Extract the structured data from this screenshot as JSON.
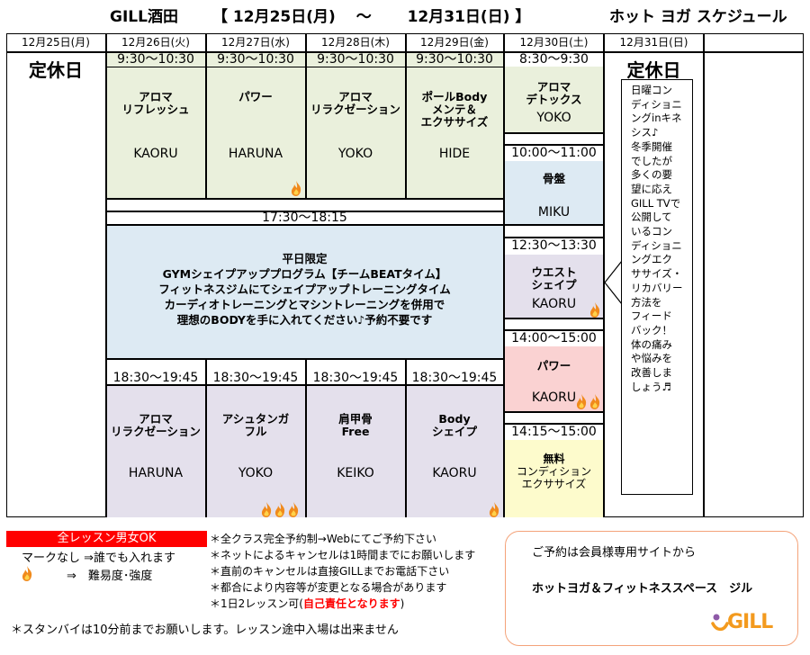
{
  "title": {
    "studio": "GILL酒田",
    "range": "【 12月25日(月)　 ～ 　　12月31日(日) 】",
    "schedule": "ホット ヨガ スケジュール"
  },
  "days": [
    "12月25日(月)",
    "12月26日(火)",
    "12月27日(水)",
    "12月28日(木)",
    "12月29日(金)",
    "12月30日(土)",
    "12月31日(日)"
  ],
  "closed_label": "定休日",
  "morning": {
    "time": "9:30～10:30",
    "classes": [
      {
        "name_l1": "アロマ",
        "name_l2": "リフレッシュ",
        "instructor": "KAORU",
        "flames": 0
      },
      {
        "name_l1": "パワー",
        "name_l2": "",
        "instructor": "HARUNA",
        "flames": 1
      },
      {
        "name_l1": "アロマ",
        "name_l2": "リラクゼーション",
        "instructor": "YOKO",
        "flames": 0
      },
      {
        "name_l1": "ポールBody",
        "name_l2": "メンテ＆",
        "name_l3": "エクササイズ",
        "instructor": "HIDE",
        "flames": 0
      }
    ]
  },
  "evening_banner": {
    "time": "17:30～18:15",
    "lines": [
      "平日限定",
      "GYMシェイプアッププログラム【チームBEATタイム】",
      "フィットネスジムにてシェイプアップトレーニングタイム",
      "カーディオトレーニングとマシントレーニングを併用で",
      "理想のBODYを手に入れてください♪予約不要です"
    ]
  },
  "night": {
    "time": "18:30～19:45",
    "classes": [
      {
        "name_l1": "アロマ",
        "name_l2": "リラクゼーション",
        "instructor": "HARUNA",
        "flames": 0
      },
      {
        "name_l1": "アシュタンガ",
        "name_l2": "フル",
        "instructor": "YOKO",
        "flames": 3
      },
      {
        "name_l1": "肩甲骨",
        "name_l2": "Free",
        "instructor": "KEIKO",
        "flames": 0
      },
      {
        "name_l1": "Body",
        "name_l2": "シェイプ",
        "instructor": "KAORU",
        "flames": 1
      }
    ]
  },
  "saturday": [
    {
      "time": "8:30～9:30",
      "name_l1": "アロマ",
      "name_l2": "デトックス",
      "instructor": "YOKO",
      "flames": 0
    },
    {
      "time": "10:00～11:00",
      "name_l1": "骨盤",
      "name_l2": "",
      "instructor": "MIKU",
      "flames": 0
    },
    {
      "time": "12:30～13:30",
      "name_l1": "ウエスト",
      "name_l2": "シェイプ",
      "instructor": "KAORU",
      "flames": 1
    },
    {
      "time": "14:00～15:00",
      "name_l1": "パワー",
      "name_l2": "",
      "instructor": "KAORU",
      "flames": 2
    },
    {
      "time": "14:15～15:00",
      "name_l1": "無料",
      "name_l2": "コンディション",
      "name_l3": "エクササイズ",
      "instructor": "",
      "flames": 0
    }
  ],
  "sunday_note": [
    "日曜コン",
    "ディショニ",
    "ングinキネ",
    "シス♪",
    "冬季開催",
    "でしたが",
    "多くの要",
    "望に応え",
    "GILL TVで",
    "公開して",
    "いるコン",
    "ディショニ",
    "ングエク",
    "ササイズ・",
    "リカバリー",
    "方法を",
    "フィード",
    "バック！",
    "体の痛み",
    "や悩みを",
    "改善しま",
    "しょう♬"
  ],
  "legend": {
    "all_ok": "全レッスン男女OK",
    "no_mark": "マークなし ⇒誰でも入れます",
    "flame_meaning": "⇒　難易度･強度",
    "standby": "＊スタンバイは10分前までお願いします。レッスン途中入場は出来ません"
  },
  "notes": [
    "＊全クラス完全予約制→Webにてご予約下さい",
    "＊ネットによるキャンセルは1時間までにお願いします",
    "＊直前のキャンセルは直接GILLまでお電話下さい",
    "＊都合により内容等が変更となる場合があります",
    "＊1日2レッスン可("
  ],
  "notes_emphasis": "自己責任となります",
  "notes_tail": ")",
  "booking": {
    "line1": "ご予約は会員様専用サイトから",
    "line2": "ホットヨガ＆フィットネススペース　ジル",
    "logo": "GILL"
  },
  "colors": {
    "green": "#eaf0dc",
    "lavender": "#e4e0ec",
    "blue": "#ddeaf3",
    "pink": "#fad2d2",
    "yellow": "#fdfbcc",
    "red_banner": "#ff0000",
    "flame": "#f08a1c",
    "logo_orange": "#f39a1e",
    "logo_purple": "#8e5aa8"
  }
}
